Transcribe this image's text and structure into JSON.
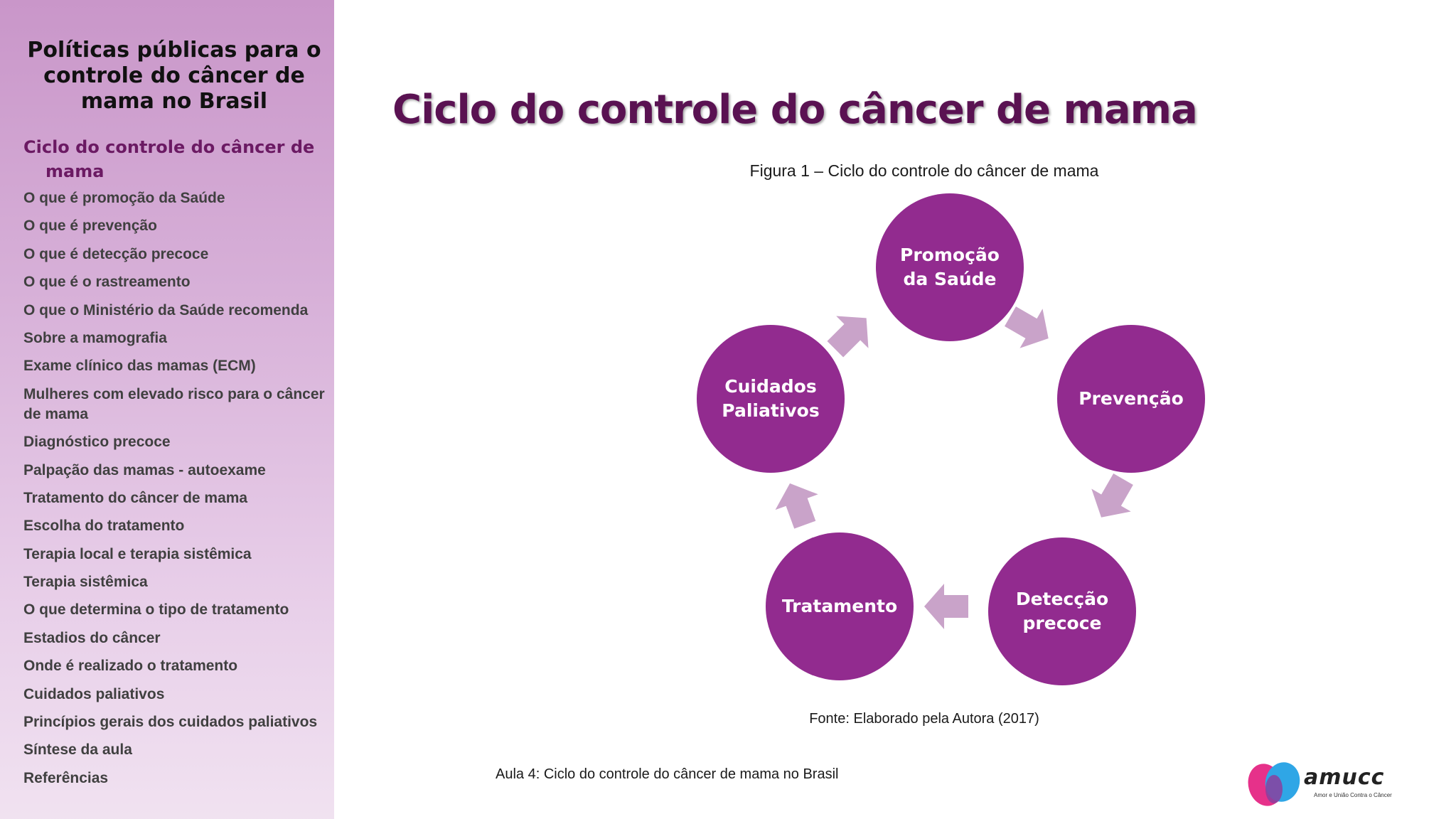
{
  "sidebar": {
    "title": "Políticas públicas para o controle do câncer de mama no Brasil",
    "active_item": "Ciclo do controle do câncer de mama",
    "items": [
      "O que é promoção da Saúde",
      "O que é prevenção",
      "O que é detecção precoce",
      "O que é o rastreamento",
      "O que o Ministério da Saúde recomenda",
      "Sobre a mamografia",
      "Exame clínico das mamas (ECM)",
      "Mulheres com elevado risco para o câncer de mama",
      "Diagnóstico precoce",
      "Palpação das mamas - autoexame",
      "Tratamento do câncer de mama",
      "Escolha do tratamento",
      "Terapia local e terapia sistêmica",
      "Terapia sistêmica",
      "O que determina o tipo de tratamento",
      "Estadios do câncer",
      "Onde é realizado o tratamento",
      "Cuidados paliativos",
      "Princípios gerais dos cuidados paliativos",
      "Síntese da aula",
      "Referências"
    ]
  },
  "main": {
    "title": "Ciclo do controle do câncer de mama",
    "figure_caption": "Figura 1 – Ciclo do controle do câncer de mama",
    "cycle_nodes": [
      "Promoção da Saúde",
      "Prevenção",
      "Detecção precoce",
      "Tratamento",
      "Cuidados Paliativos"
    ],
    "source": "Fonte: Elaborado pela Autora (2017)",
    "footer": "Aula 4: Ciclo do controle do câncer de mama no Brasil"
  },
  "logo": {
    "name": "amucc",
    "tagline": "Amor e União Contra o Câncer"
  },
  "colors": {
    "node_fill": "#922b8f",
    "arrow_fill": "#c9a3c9",
    "title_color": "#5a1252",
    "active_nav": "#6b1a63",
    "sidebar_top": "#c996c9",
    "sidebar_bottom": "#f1e3f1"
  }
}
